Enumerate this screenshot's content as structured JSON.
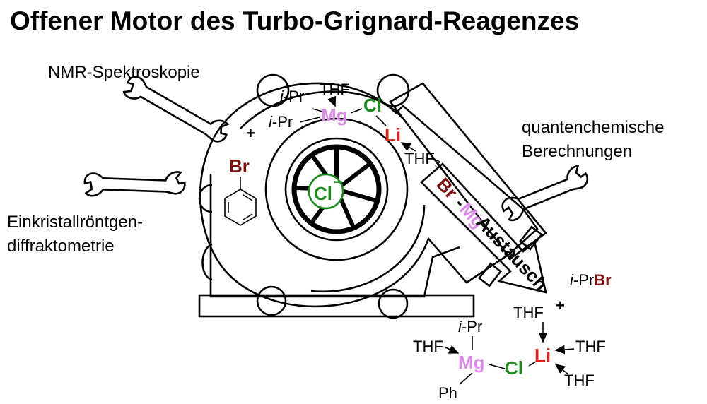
{
  "title": "Offener Motor des Turbo-Grignard-Reagenzes",
  "methods": {
    "nmr": "NMR-Spektroskopie",
    "qc_line1": "quantenchemische",
    "qc_line2": "Berechnungen",
    "xrd_line1": "Einkristallröntgen-",
    "xrd_line2": "diffraktometrie"
  },
  "turbo_complex": {
    "ipr1": "-Pr",
    "ipr2": "-Pr",
    "italic_i": "i",
    "thf_top": "THF",
    "mg": "Mg",
    "cl": "Cl",
    "li": "Li",
    "thf3": "THF",
    "thf3_sub": "3"
  },
  "substrate": {
    "plus": "+",
    "br": "Br"
  },
  "center": {
    "ion": "Cl",
    "charge": "−"
  },
  "arrow": {
    "br": "Br",
    "dash": "-",
    "mg": "Mg",
    "word": "Austausch"
  },
  "products": {
    "byproduct_pr": "-Pr",
    "byproduct_br": "Br",
    "plus": "+",
    "ipr": "-Pr",
    "thf_mg": "THF",
    "mg": "Mg",
    "ph": "Ph",
    "cl": "Cl",
    "li": "Li",
    "thf_top": "THF",
    "thf_right": "THF",
    "thf_bottom": "THF"
  },
  "colors": {
    "mg": "#d98be6",
    "cl": "#1a8a1a",
    "li": "#e0201a",
    "br": "#7a1010"
  },
  "icons": [
    "wrench-icon",
    "wrench-icon",
    "wrench-icon",
    "wrench-icon",
    "turbine-wheel-icon",
    "benzene-ring-icon",
    "exchange-arrow-icon"
  ]
}
